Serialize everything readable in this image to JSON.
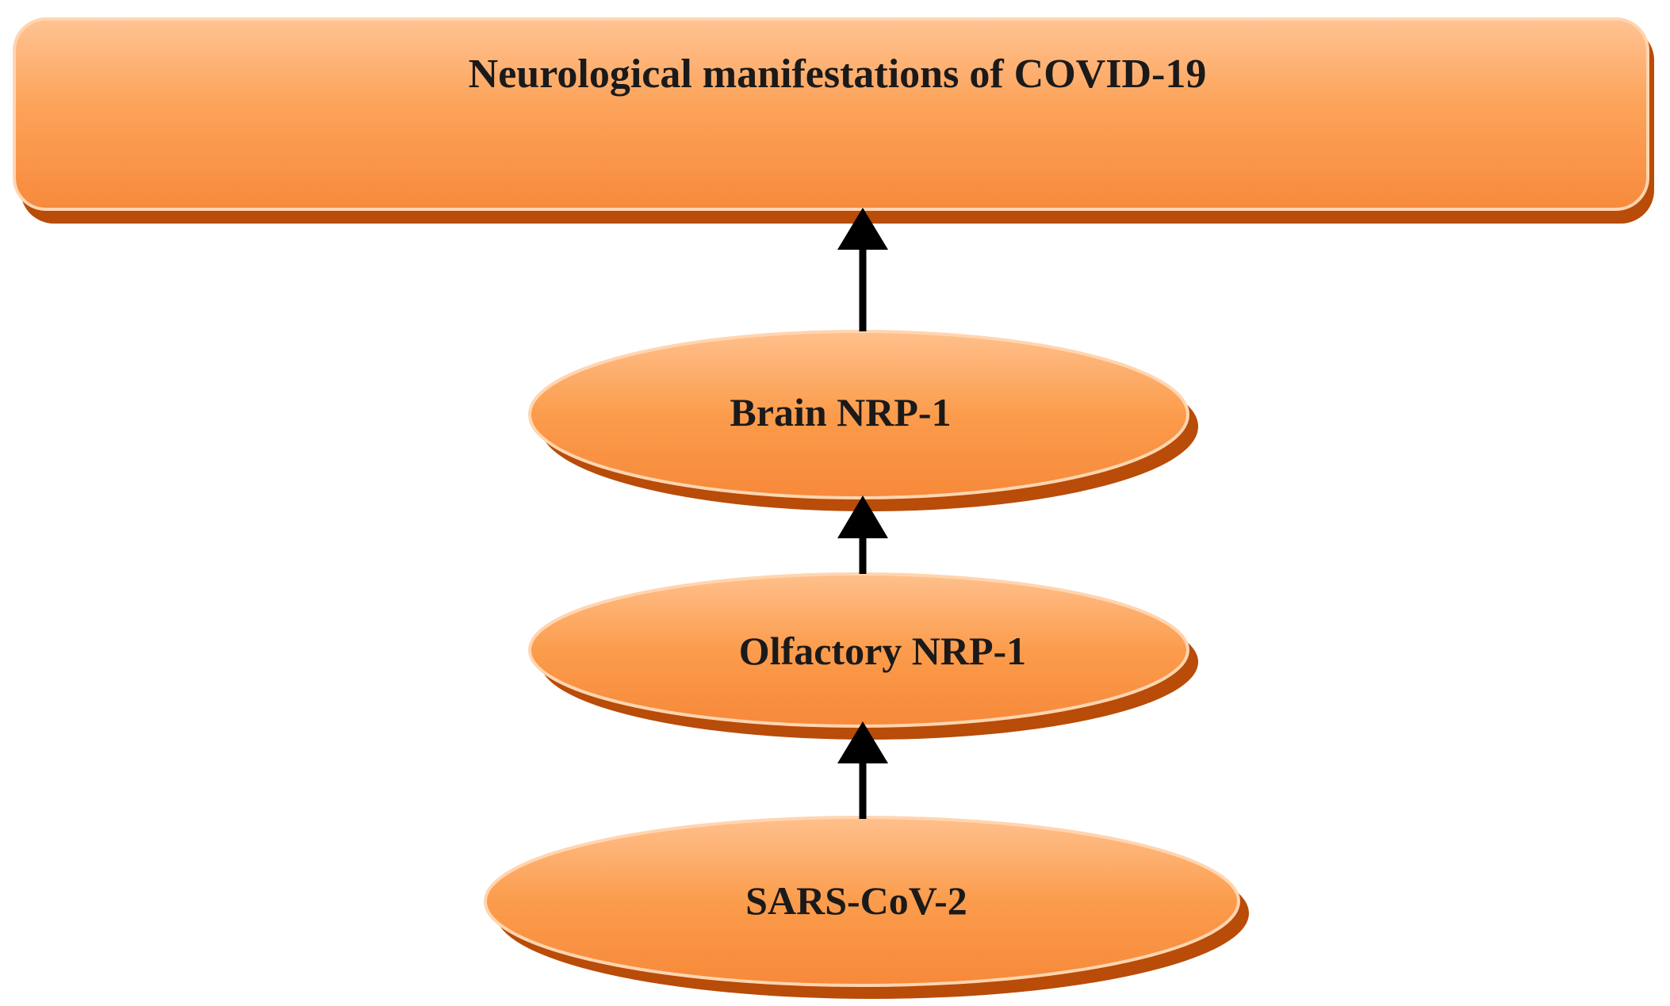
{
  "diagram": {
    "nodes": {
      "top": {
        "label": "Neurological manifestations of COVID-19"
      },
      "brain": {
        "label": "Brain NRP-1"
      },
      "olfactory": {
        "label": "Olfactory NRP-1"
      },
      "sars": {
        "label": "SARS-CoV-2"
      }
    },
    "colors": {
      "fill_light": "#ffc08c",
      "fill_mid": "#fb9b4a",
      "fill_dark": "#f7893a",
      "shadow": "#b84c08",
      "edge_highlight": "#ffd5b0",
      "arrow": "#000000"
    }
  }
}
